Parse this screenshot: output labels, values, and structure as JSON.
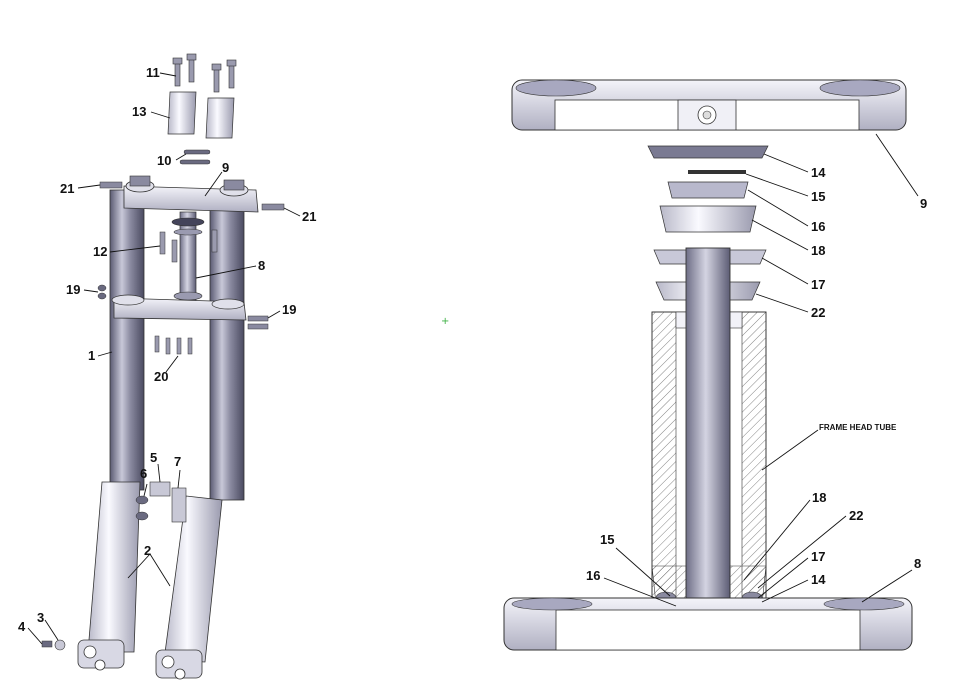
{
  "callouts_left": [
    "11",
    "13",
    "10",
    "9",
    "21",
    "21",
    "12",
    "8",
    "19",
    "19",
    "1",
    "20",
    "5",
    "6",
    "7",
    "2",
    "3",
    "4"
  ],
  "callouts_right": [
    "9",
    "14",
    "15",
    "16",
    "18",
    "17",
    "22",
    "18",
    "22",
    "15",
    "17",
    "16",
    "14",
    "8"
  ],
  "frame_label": "FRAME HEAD TUBE",
  "colors": {
    "metal_light": "#e6e6ef",
    "metal_mid": "#b4b4c4",
    "metal_dark": "#6a6a80",
    "outline": "#333333",
    "marker": "#3cb043"
  }
}
